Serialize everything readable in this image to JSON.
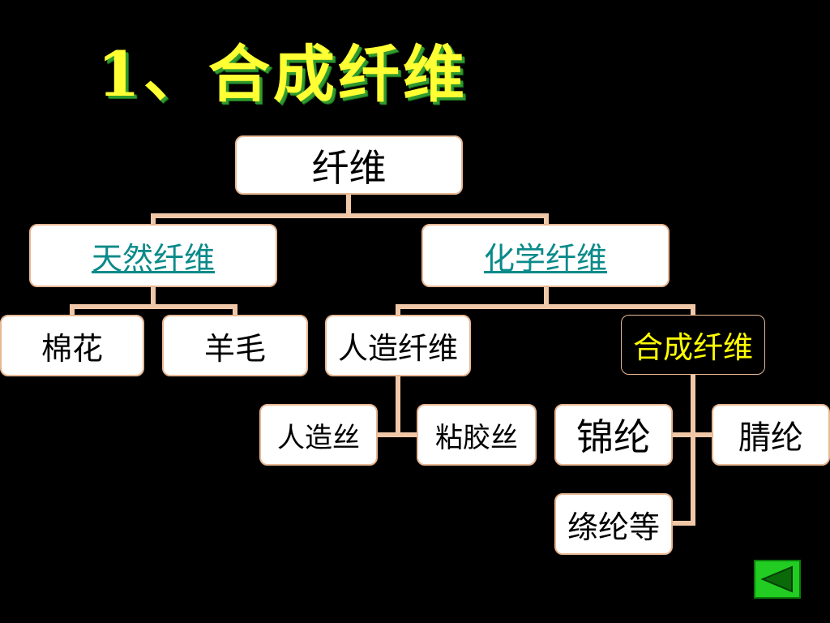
{
  "slide_title": "1、合成纤维",
  "diagram": {
    "root": "纤维",
    "natural": "天然纤维",
    "chemical": "化学纤维",
    "cotton": "棉花",
    "wool": "羊毛",
    "artificial": "人造纤维",
    "synthetic": "合成纤维",
    "rayon": "人造丝",
    "viscose": "粘胶丝",
    "nylon": "锦纶",
    "acrylic": "腈纶",
    "polyester": "绦纶等"
  },
  "colors": {
    "title": "#ffff33",
    "title_shadow": "#2f9a2f",
    "connector": "#f0c8a8",
    "link": "#0b8a8a",
    "highlight": "#ffff00",
    "button": "#22cc22"
  },
  "icons": {
    "back": "triangle-left-icon"
  }
}
